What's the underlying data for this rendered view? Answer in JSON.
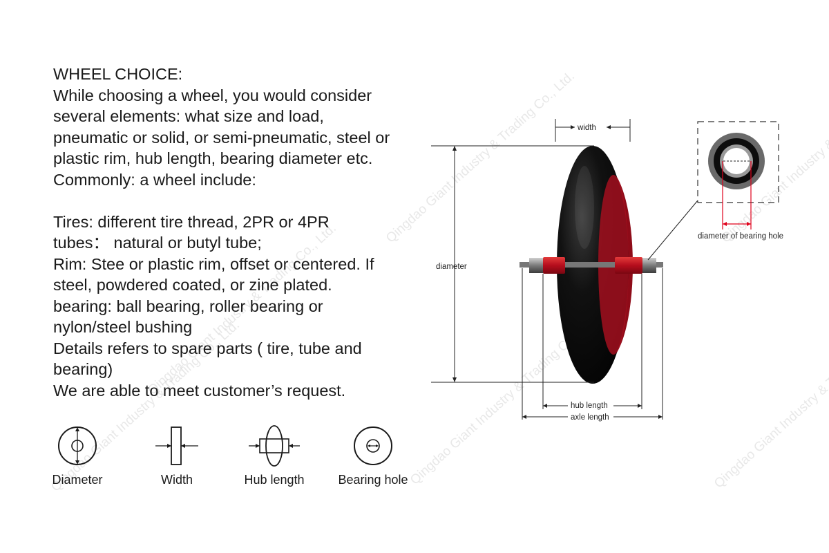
{
  "text_lines": [
    "WHEEL CHOICE:",
    "While choosing a wheel, you would consider",
    "several elements: what size and load,",
    "pneumatic or solid, or semi-pneumatic, steel or",
    "plastic rim, hub length, bearing diameter etc.",
    "Commonly: a wheel include:",
    "",
    "Tires: different tire thread, 2PR or 4PR",
    "tubes： natural or butyl tube;",
    "Rim: Stee or plastic rim, offset or centered. If",
    "steel, powdered coated, or zine plated.",
    "bearing: ball bearing, roller bearing or",
    "nylon/steel bushing",
    "Details refers to spare parts ( tire, tube and",
    "bearing)",
    "We are able to meet customer’s request."
  ],
  "icons": [
    {
      "icon": "diameter-icon",
      "label": "Diameter"
    },
    {
      "icon": "width-icon",
      "label": "Width"
    },
    {
      "icon": "hub-length-icon",
      "label": "Hub length"
    },
    {
      "icon": "bearing-hole-icon",
      "label": "Bearing hole"
    }
  ],
  "diagram": {
    "width_label": "width",
    "diameter_label": "diameter",
    "hub_length_label": "hub length",
    "axle_length_label": "axle length",
    "bearing_hole_label": "diameter of bearing hole"
  },
  "watermark": "Qingdao Giant Industry & Trading Co., Ltd.",
  "colors": {
    "tire": "#0a0a0a",
    "rim": "#c8102e",
    "dimension_red": "#e0001b",
    "text": "#1a1a1a"
  }
}
